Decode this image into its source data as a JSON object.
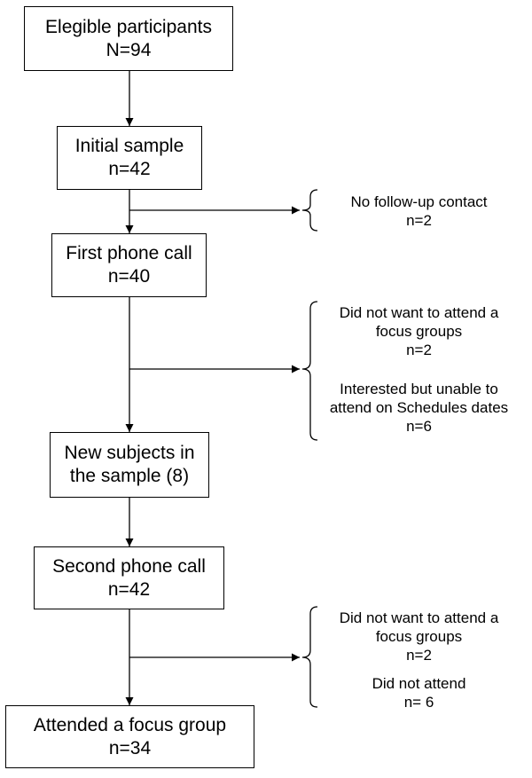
{
  "flow": {
    "eligible": {
      "title": "Elegible participants",
      "count": "N=94"
    },
    "initial": {
      "title": "Initial sample",
      "count": "n=42"
    },
    "first_call": {
      "title": "First phone call",
      "count": "n=40"
    },
    "new_subjects": {
      "line1": "New subjects in",
      "line2": "the sample (8)"
    },
    "second_call": {
      "title": "Second phone call",
      "count": "n=42"
    },
    "attended": {
      "title": "Attended a focus group",
      "count": "n=34"
    }
  },
  "exclusions": {
    "no_followup": {
      "title": "No follow-up contact",
      "count": "n=2"
    },
    "first_call_out": [
      {
        "line1": "Did not want to attend a",
        "line2": "focus groups",
        "count": "n=2"
      },
      {
        "line1": "Interested but unable to",
        "line2": "attend on Schedules dates",
        "count": "n=6"
      }
    ],
    "second_call_out": [
      {
        "line1": "Did not want to attend a",
        "line2": "focus groups",
        "count": "n=2"
      },
      {
        "line1": "Did not attend",
        "count": "n= 6"
      }
    ]
  }
}
